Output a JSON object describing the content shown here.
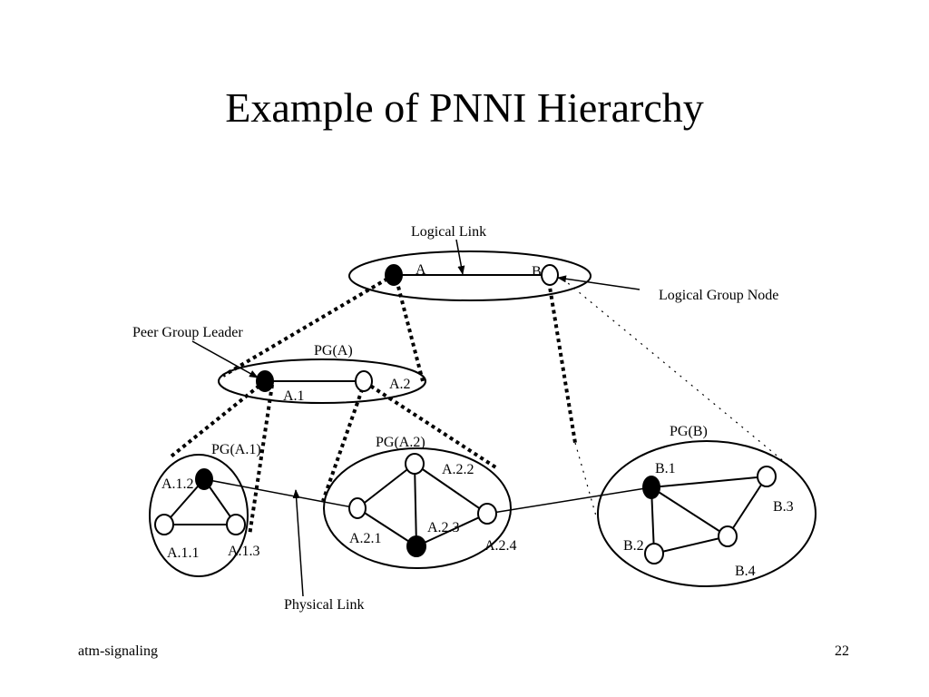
{
  "slide": {
    "title": "Example of PNNI Hierarchy",
    "footer_left": "atm-signaling",
    "page_number": "22"
  },
  "colors": {
    "line": "#000000",
    "background": "#ffffff"
  },
  "labels": {
    "logical_link": "Logical Link",
    "logical_group_node": "Logical Group Node",
    "peer_group_leader": "Peer Group Leader",
    "physical_link": "Physical Link",
    "pg_a": "PG(A)",
    "pg_a1": "PG(A.1)",
    "pg_a2": "PG(A.2)",
    "pg_b": "PG(B)"
  },
  "nodes": {
    "A": "A",
    "B": "B",
    "A1": "A.1",
    "A2": "A.2",
    "A11": "A.1.1",
    "A12": "A.1.2",
    "A13": "A.1.3",
    "A21": "A.2.1",
    "A22": "A.2.2",
    "A23": "A.2.3",
    "A24": "A.2.4",
    "B1": "B.1",
    "B2": "B.2",
    "B3": "B.3",
    "B4": "B.4"
  }
}
